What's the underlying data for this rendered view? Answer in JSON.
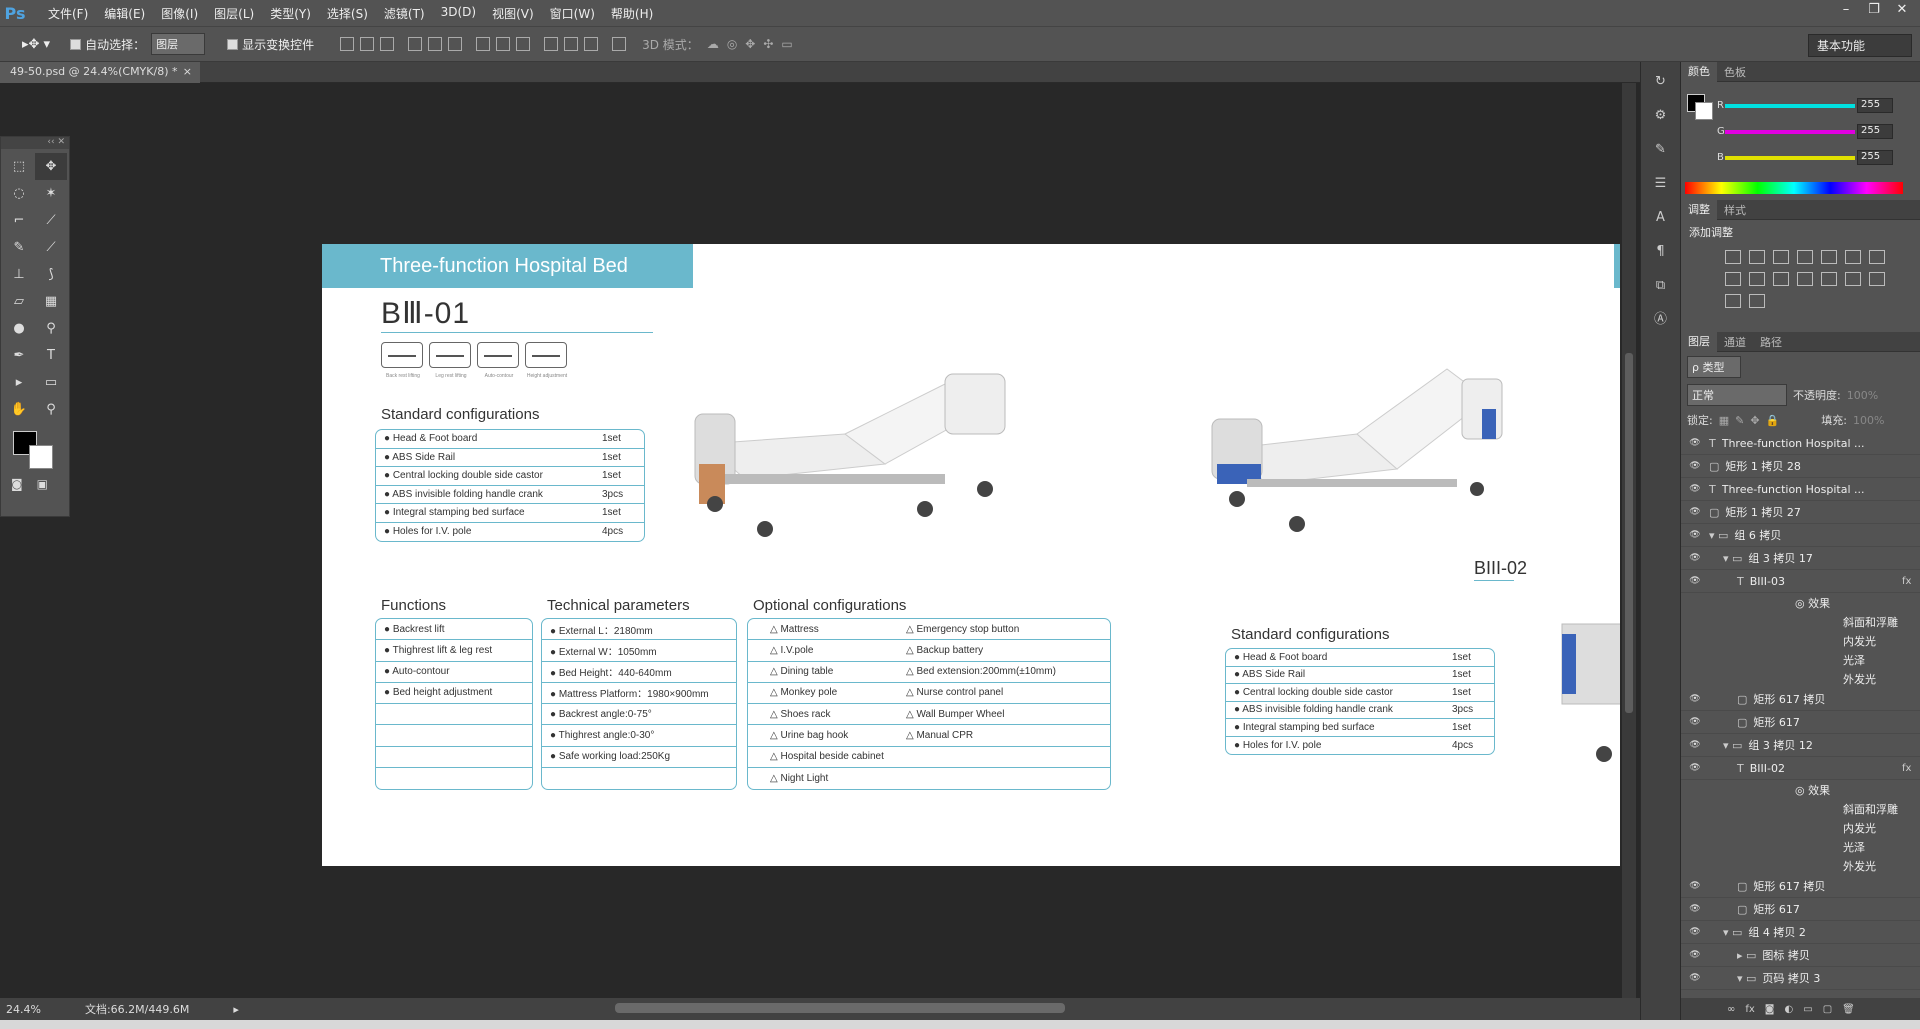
{
  "app": {
    "logo": "Ps"
  },
  "menu": [
    "文件(F)",
    "编辑(E)",
    "图像(I)",
    "图层(L)",
    "类型(Y)",
    "选择(S)",
    "滤镜(T)",
    "3D(D)",
    "视图(V)",
    "窗口(W)",
    "帮助(H)"
  ],
  "options": {
    "auto_select_label": "自动选择：",
    "auto_select_value": "图层",
    "show_transform_label": "显示变换控件",
    "mode_3d_label": "3D 模式：",
    "workspace": "基本功能"
  },
  "doc_tab": {
    "title": "49-50.psd @ 24.4%(CMYK/8) *",
    "close": "×"
  },
  "status": {
    "zoom": "24.4%",
    "doc_size": "文档:66.2M/449.6M"
  },
  "page": {
    "band_title": "Three-function Hospital Bed",
    "model": "BⅢ-01",
    "func_icon_caps": [
      "Back rest lifting",
      "Leg rest lifting",
      "Auto-contour",
      "Height adjustment"
    ],
    "std_config_title": "Standard configurations",
    "std_config": [
      [
        "● Head & Foot board",
        "1set"
      ],
      [
        "● ABS Side Rail",
        "1set"
      ],
      [
        "● Central locking double side castor",
        "1set"
      ],
      [
        "● ABS invisible folding handle crank",
        "3pcs"
      ],
      [
        "● Integral stamping bed surface",
        "1set"
      ],
      [
        "● Holes for I.V. pole",
        "4pcs"
      ]
    ],
    "functions_title": "Functions",
    "functions": [
      "● Backrest lift",
      "● Thighrest lift & leg rest",
      "● Auto-contour",
      "● Bed height adjustment",
      "",
      "",
      "",
      ""
    ],
    "tech_title": "Technical parameters",
    "tech": [
      "● External L：2180mm",
      "● External W：1050mm",
      "● Bed Height：440-640mm",
      "● Mattress Platform：1980×900mm",
      "● Backrest angle:0-75°",
      "● Thighrest angle:0-30°",
      "● Safe working load:250Kg",
      ""
    ],
    "optional_title": "Optional configurations",
    "optional": [
      [
        "△ Mattress",
        "△ Emergency stop button"
      ],
      [
        "△ I.V.pole",
        "△ Backup battery"
      ],
      [
        "△ Dining table",
        "△ Bed extension:200mm(±10mm)"
      ],
      [
        "△ Monkey pole",
        "△ Nurse control panel"
      ],
      [
        "△ Shoes rack",
        "△ Wall Bumper Wheel"
      ],
      [
        "△ Urine bag hook",
        "△ Manual CPR"
      ],
      [
        "△ Hospital beside cabinet",
        ""
      ],
      [
        "△ Night Light",
        ""
      ]
    ],
    "model2": "BIII-02",
    "std2_title": "Standard configurations",
    "std2": [
      [
        "● Head & Foot board",
        "1set"
      ],
      [
        "● ABS Side Rail",
        "1set"
      ],
      [
        "● Central locking double side castor",
        "1set"
      ],
      [
        "● ABS invisible  folding handle crank",
        "3pcs"
      ],
      [
        "● Integral stamping bed surface",
        "1set"
      ],
      [
        "● Holes for I.V. pole",
        "4pcs"
      ]
    ]
  },
  "panels": {
    "color_tabs": [
      "颜色",
      "色板"
    ],
    "rgb": [
      {
        "label": "R",
        "value": "255",
        "color": "#00e0e0"
      },
      {
        "label": "G",
        "value": "255",
        "color": "#e000e0"
      },
      {
        "label": "B",
        "value": "255",
        "color": "#e0e000"
      }
    ],
    "adj_tabs": [
      "调整",
      "样式"
    ],
    "adj_title": "添加调整",
    "layer_tabs": [
      "图层",
      "通道",
      "路径"
    ],
    "filter": "ρ 类型",
    "blend": "正常",
    "opacity_label": "不透明度:",
    "opacity": "100%",
    "lock_label": "锁定:",
    "fill_label": "填充:",
    "fill": "100%",
    "layers": [
      {
        "icon": "T",
        "name": "Three-function Hospital ...",
        "indent": 0,
        "fx": ""
      },
      {
        "icon": "▢",
        "name": "矩形 1 拷贝 28",
        "indent": 0,
        "fx": ""
      },
      {
        "icon": "T",
        "name": "Three-function Hospital ...",
        "indent": 0,
        "fx": ""
      },
      {
        "icon": "▢",
        "name": "矩形 1 拷贝 27",
        "indent": 0,
        "fx": ""
      },
      {
        "icon": "▾ ▭",
        "name": "组 6 拷贝",
        "indent": 0,
        "fx": ""
      },
      {
        "icon": "▾ ▭",
        "name": "组 3 拷贝 17",
        "indent": 14,
        "fx": ""
      },
      {
        "icon": "T",
        "name": "BIII-03",
        "indent": 28,
        "fx": "fx"
      },
      {
        "icon": "",
        "name": "◎ 效果",
        "indent": 40,
        "fx": "",
        "eff": true
      },
      {
        "icon": "",
        "name": "斜面和浮雕",
        "indent": 64,
        "fx": "",
        "eff": true
      },
      {
        "icon": "",
        "name": "内发光",
        "indent": 64,
        "fx": "",
        "eff": true
      },
      {
        "icon": "",
        "name": "光泽",
        "indent": 64,
        "fx": "",
        "eff": true
      },
      {
        "icon": "",
        "name": "外发光",
        "indent": 64,
        "fx": "",
        "eff": true
      },
      {
        "icon": "▢",
        "name": "矩形 617 拷贝",
        "indent": 28,
        "fx": ""
      },
      {
        "icon": "▢",
        "name": "矩形 617",
        "indent": 28,
        "fx": ""
      },
      {
        "icon": "▾ ▭",
        "name": "组 3 拷贝 12",
        "indent": 14,
        "fx": ""
      },
      {
        "icon": "T",
        "name": "BIII-02",
        "indent": 28,
        "fx": "fx"
      },
      {
        "icon": "",
        "name": "◎ 效果",
        "indent": 40,
        "fx": "",
        "eff": true
      },
      {
        "icon": "",
        "name": "斜面和浮雕",
        "indent": 64,
        "fx": "",
        "eff": true
      },
      {
        "icon": "",
        "name": "内发光",
        "indent": 64,
        "fx": "",
        "eff": true
      },
      {
        "icon": "",
        "name": "光泽",
        "indent": 64,
        "fx": "",
        "eff": true
      },
      {
        "icon": "",
        "name": "外发光",
        "indent": 64,
        "fx": "",
        "eff": true
      },
      {
        "icon": "▢",
        "name": "矩形 617 拷贝",
        "indent": 28,
        "fx": ""
      },
      {
        "icon": "▢",
        "name": "矩形 617",
        "indent": 28,
        "fx": ""
      },
      {
        "icon": "▾ ▭",
        "name": "组 4 拷贝 2",
        "indent": 14,
        "fx": ""
      },
      {
        "icon": "▸ ▭",
        "name": "图标 拷贝",
        "indent": 28,
        "fx": ""
      },
      {
        "icon": "▾ ▭",
        "name": "页码 拷贝 3",
        "indent": 28,
        "fx": ""
      }
    ]
  }
}
